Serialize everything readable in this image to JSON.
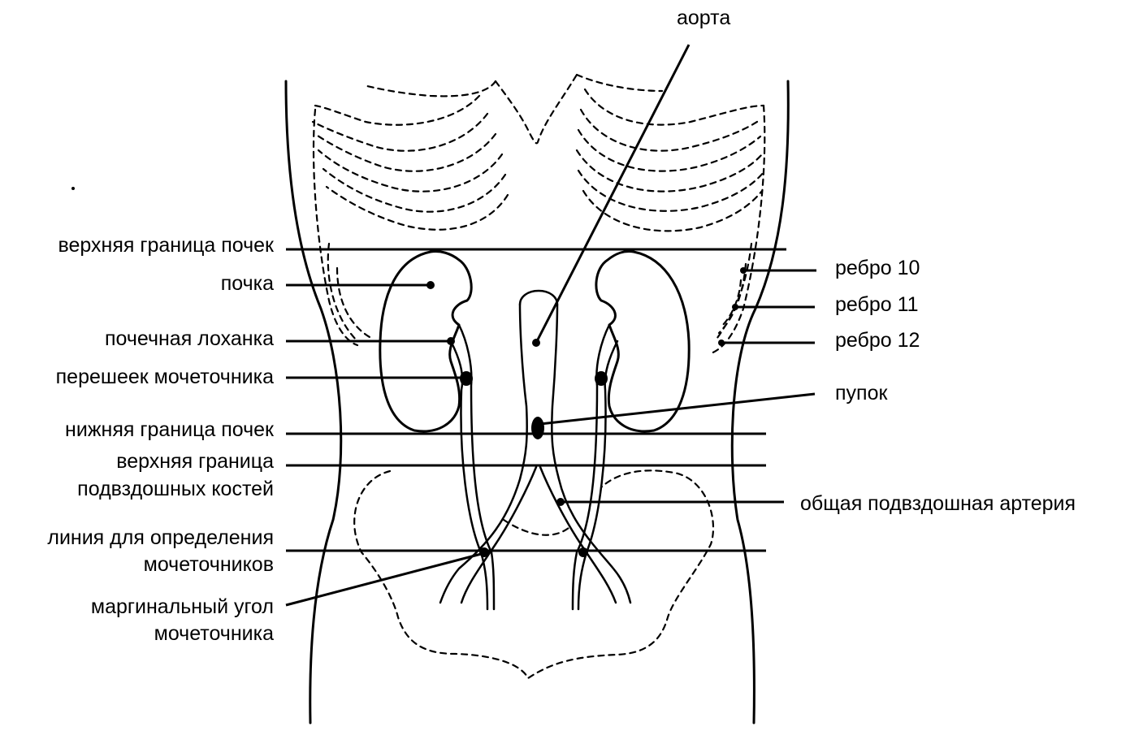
{
  "labels_left": {
    "upper_kidney_border": "верхняя граница почек",
    "kidney": "почка",
    "renal_pelvis": "почечная лоханка",
    "ureter_isthmus": "перешеек мочеточника",
    "lower_kidney_border": "нижняя граница почек",
    "upper_iliac_border_1": "верхняя граница",
    "upper_iliac_border_2": "подвздошных костей",
    "ureter_line_1": "линия для определения",
    "ureter_line_2": "мочеточников",
    "marginal_angle_1": "маргинальный угол",
    "marginal_angle_2": "мочеточника"
  },
  "labels_right": {
    "aorta": "аорта",
    "rib10": "ребро 10",
    "rib11": "ребро 11",
    "rib12": "ребро 12",
    "navel": "пупок",
    "common_iliac_artery": "общая подвздошная артерия"
  },
  "colors": {
    "ink": "#000000",
    "background": "#ffffff"
  }
}
